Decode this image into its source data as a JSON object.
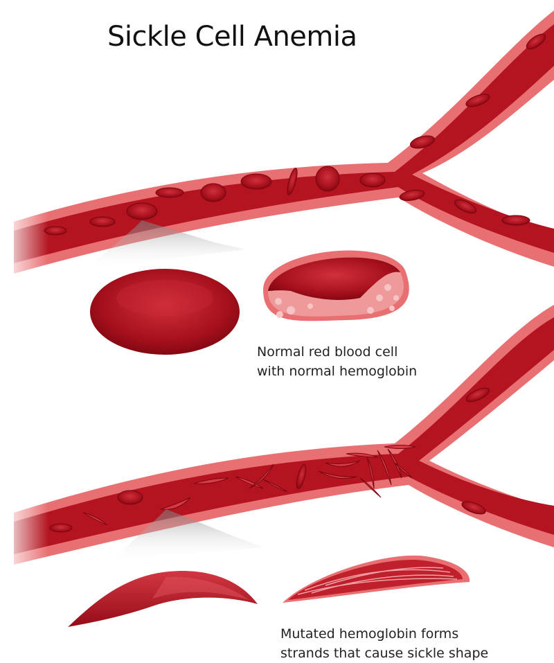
{
  "title": "Sickle Cell Anemia",
  "captions": {
    "normal": {
      "line1": "Normal red blood cell",
      "line2": "with normal hemoglobin"
    },
    "sickle": {
      "line1": "Mutated hemoglobin forms",
      "line2": "strands that cause sickle shape"
    }
  },
  "colors": {
    "vessel_wall": "#e86f72",
    "vessel_lumen": "#b3141f",
    "blood_cell": "#a5101c",
    "cell_highlight": "#d2323d",
    "cell_inner": "#ee9a9a",
    "zoom_shadow": "#6b6b6b"
  }
}
